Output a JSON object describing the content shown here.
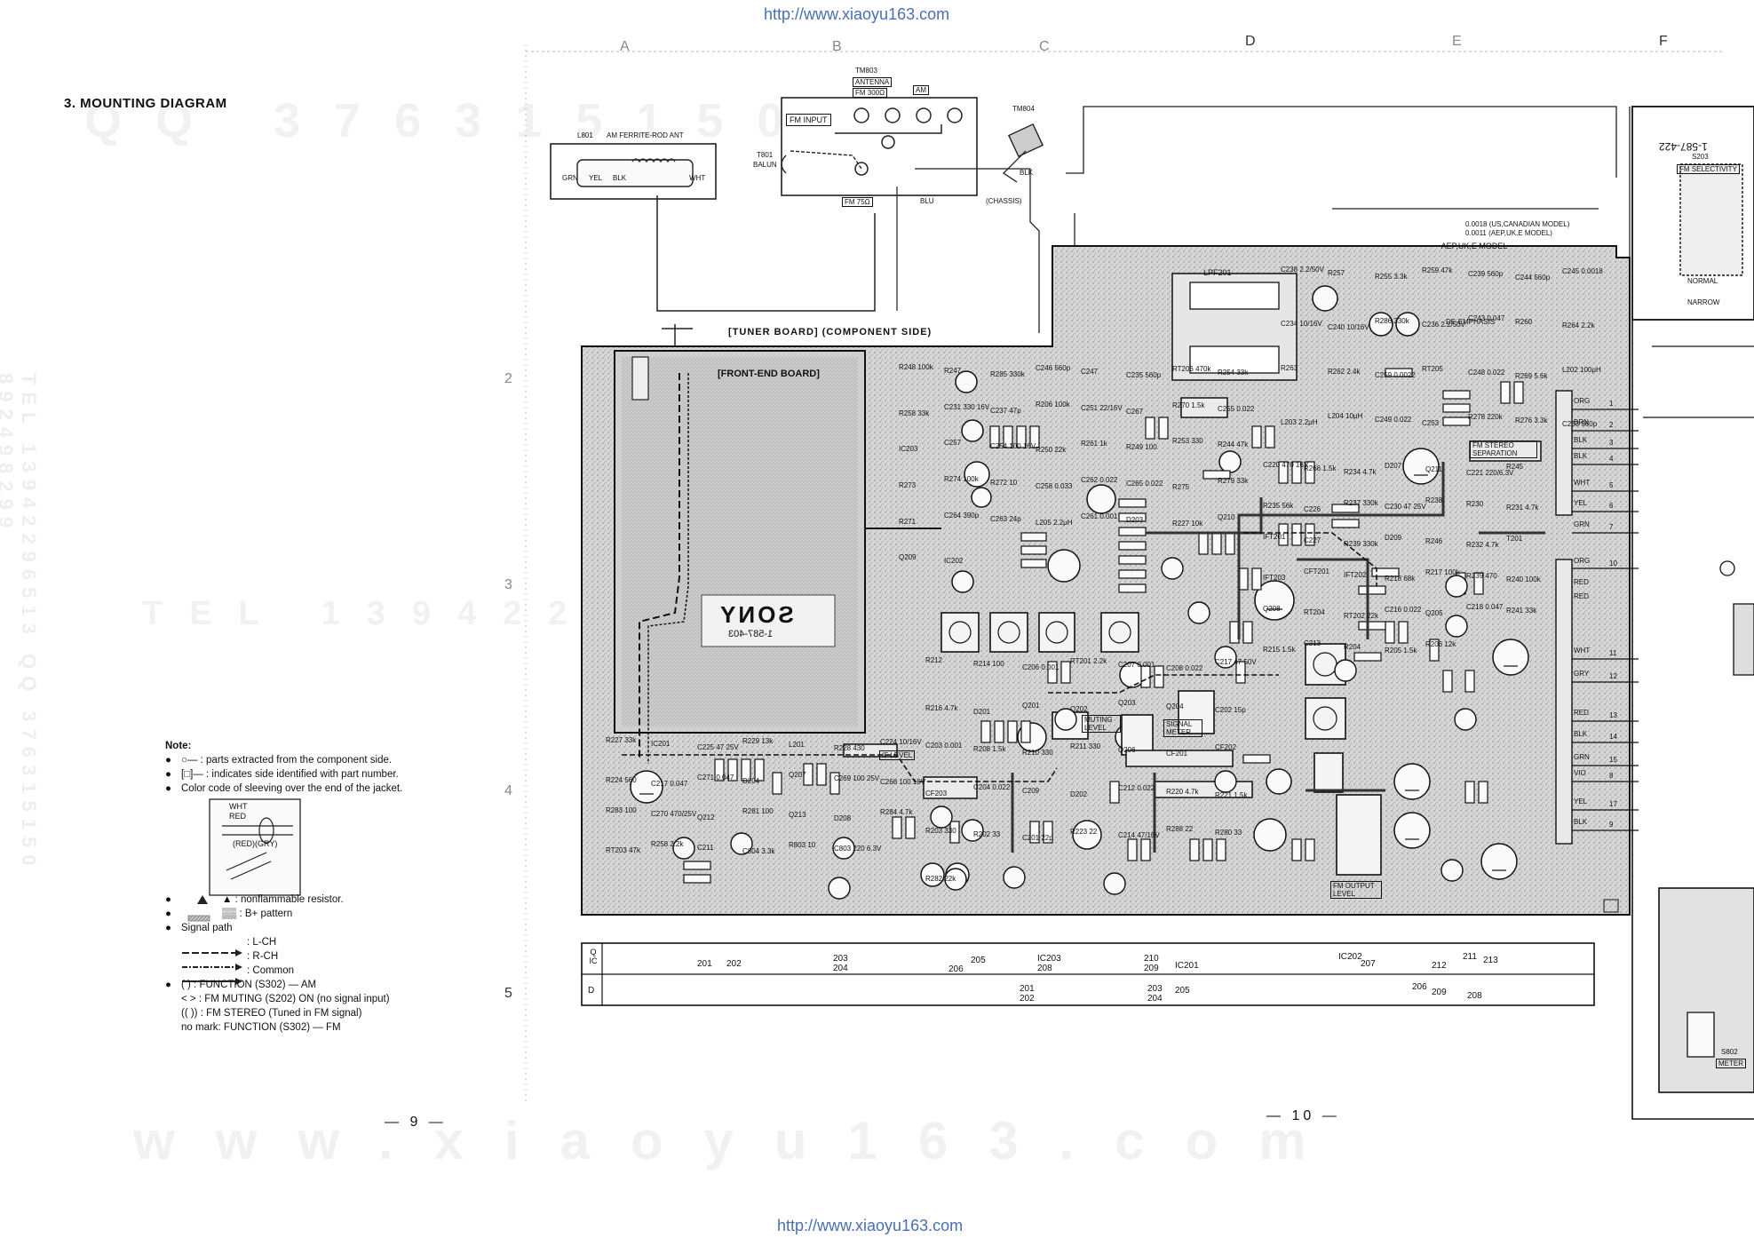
{
  "header_url": "http://www.xiaoyu163.com",
  "footer_url": "http://www.xiaoyu163.com",
  "section_title": "3.  MOUNTING DIAGRAM",
  "watermarks": [
    "QQ 376315150",
    "TEL 13942296513",
    "www.xiaoyu163.com",
    "TEL 13942296513  QQ 376315150  892498299"
  ],
  "grid_letters": [
    "A",
    "B",
    "C",
    "D",
    "E",
    "F"
  ],
  "grid_numbers": [
    "2",
    "3",
    "4",
    "5"
  ],
  "page_left": "— 9 —",
  "page_right": "— 10 —",
  "boards": {
    "tuner": "[TUNER BOARD]  (COMPONENT SIDE)",
    "front_end": "[FRONT-END BOARD]",
    "sony_mark": "SONY",
    "board_no": "1-587-403",
    "board_no_right": "1-587-422"
  },
  "antenna": {
    "tm803": "TM803",
    "antenna": "ANTENNA",
    "fm300": "FM 300Ω",
    "am": "AM",
    "fm_input": "FM INPUT",
    "tm804": "TM804",
    "l801": "L801",
    "ferrite": "AM FERRITE-ROD ANT",
    "t801": "T801",
    "balun": "BALUN",
    "fm75": "FM 75Ω",
    "chassis": "(CHASSIS)",
    "blk": "BLK",
    "blu": "BLU",
    "grn": "GRN",
    "yel": "YEL",
    "wht": "WHT"
  },
  "top_labels": {
    "lpf201": "LPF201",
    "aep": "AEP,UK,E MODEL",
    "us_can": "0.0018 (US,CANADIAN MODEL)",
    "aep_uk": "0.0011 (AEP,UK,E MODEL)",
    "de_emphasis": "DE-EMPHASIS",
    "fm_stereo_sep": "FM STEREO SEPARATION",
    "fm_selectivity": "FM SELECTIVITY",
    "s203": "S203",
    "normal": "NORMAL",
    "narrow": "NARROW",
    "if_level": "IF LEVEL",
    "muting_level": "MUTING LEVEL",
    "signal_meter": "SIGNAL METER",
    "fm_output_level": "FM OUTPUT LEVEL",
    "s802": "S802",
    "meter": "METER"
  },
  "connector_right": [
    {
      "color": "ORG",
      "num": "1"
    },
    {
      "color": "BRN",
      "num": "2"
    },
    {
      "color": "BLK",
      "num": "3"
    },
    {
      "color": "BLK",
      "num": "4"
    },
    {
      "color": "WHT",
      "num": "5"
    },
    {
      "color": "YEL",
      "num": "6"
    },
    {
      "color": "GRN",
      "num": "7"
    },
    {
      "color": "ORG",
      "num": "10"
    },
    {
      "color": "RED",
      "num": ""
    },
    {
      "color": "RED",
      "num": ""
    },
    {
      "color": "WHT",
      "num": "11"
    },
    {
      "color": "GRY",
      "num": "12"
    },
    {
      "color": "RED",
      "num": "13"
    },
    {
      "color": "BLK",
      "num": "14"
    },
    {
      "color": "GRN",
      "num": "15"
    },
    {
      "color": "VIO",
      "num": "8"
    },
    {
      "color": "YEL",
      "num": "17"
    },
    {
      "color": "BLK",
      "num": "9"
    }
  ],
  "component_labels": [
    "C238 2.2/50V",
    "R257",
    "R255 3.3k",
    "R259 47k",
    "C239 560p",
    "C244 560p",
    "C245 0.0018",
    "C234 10/16V",
    "C240 10/16V",
    "R286 330k",
    "C236 2.2/50V",
    "C243 0.047",
    "R260",
    "R264 2.2k",
    "R263",
    "R262 2.4k",
    "C259 0.0022",
    "RT205",
    "C248 0.022",
    "R269 5.6k",
    "L202 100μH",
    "L203 2.2μH",
    "L204 10μH",
    "C249 0.022",
    "C253",
    "R278 220k",
    "R276 3.3k",
    "C233 560p",
    "R248 100k",
    "R247",
    "R285 330k",
    "C246 560p",
    "C247",
    "C235 560p",
    "RT206 470k",
    "R254 33k",
    "R258 33k",
    "C231 330 16V",
    "C237 47p",
    "R206 100k",
    "C251 22/16V",
    "C267",
    "R270 1.5k",
    "C255 0.022",
    "IC203",
    "C257",
    "C254 100 16V",
    "R250 22k",
    "R261 1k",
    "R249 100",
    "R253 330",
    "R244 47k",
    "R273",
    "R274 100k",
    "R272 10",
    "C258 0.033",
    "C262 0.022",
    "C265 0.022",
    "R275",
    "R279 33k",
    "R271",
    "C264 390p",
    "C263 24p",
    "L205 2.2μH",
    "C261 0.001",
    "D203",
    "R227 10k",
    "Q210",
    "Q209",
    "IC202",
    "C220 470 16V",
    "R266 1.5k",
    "R234 4.7k",
    "D207",
    "Q211",
    "C221 220/6.3V",
    "R245",
    "R235 56k",
    "C226",
    "R237 330k",
    "C230 47 25V",
    "R238",
    "R230",
    "R231 4.7k",
    "IFT201",
    "C227",
    "R239 330k",
    "D209",
    "R246",
    "R232 4.7k",
    "T201",
    "IFT203",
    "CFT201",
    "IFT202",
    "R218 68k",
    "R217 100k",
    "R239 470",
    "R240 100k",
    "Q208",
    "RT204",
    "RT202 22k",
    "C216 0.022",
    "Q205",
    "C218 0.047",
    "R241 33k",
    "R215 1.5k",
    "C213",
    "R204",
    "R205 1.5k",
    "R206 12k",
    "R212",
    "R214 100",
    "C206 0.001",
    "RT201 2.2k",
    "C207 0.001",
    "C208 0.022",
    "C217 47 50V",
    "R216 4.7k",
    "D201",
    "Q201",
    "Q202",
    "Q203",
    "Q204",
    "C202 15p",
    "C203 0.001",
    "R208 1.5k",
    "R210 330",
    "R211 330",
    "Q206",
    "CF201",
    "CF202",
    "CF203",
    "C204 0.022",
    "C209",
    "D202",
    "C212 0.022",
    "R220 4.7k",
    "R221 1.5k",
    "R203 330",
    "R202 33",
    "C201 22p",
    "R223 22",
    "C214 47/16V",
    "R288 22",
    "R280 33",
    "R282 22k",
    "R227 33k",
    "IC201",
    "C225 47 25V",
    "R229 13k",
    "L201",
    "R228 430",
    "C224 10/16V",
    "R224 560",
    "C217 0.047",
    "C271 0.047",
    "D204",
    "Q207",
    "C269 100 25V",
    "C268 100 16V",
    "R283 100",
    "C270 470/25V",
    "Q212",
    "R281 100",
    "Q213",
    "D208",
    "R284 4.7k",
    "RT203 47k",
    "R258 2.2k",
    "C211",
    "C804 3.3k",
    "R803 10",
    "C803 220 6.3V"
  ],
  "table_headers": [
    "Q IC",
    "D"
  ],
  "table_row_q": [
    "201",
    "202",
    "203 204",
    "206",
    "205",
    "IC203 208",
    "210 209",
    "IC201",
    "IC202",
    "207",
    "212",
    "211",
    "213"
  ],
  "table_row_d": [
    "201 202",
    "203 204",
    "205",
    "206",
    "209",
    "208"
  ],
  "notes": {
    "title": "Note:",
    "items": [
      "○— : parts extracted from the component side.",
      "[□]— : indicates side identified with part number.",
      "Color code of sleeving over the end of the jacket."
    ],
    "sleeve_labels": [
      "WHT",
      "RED",
      "(RED)(GRY)"
    ],
    "legend": [
      "▲ : nonflammable resistor.",
      "▒▒ : B+ pattern",
      "Signal path"
    ],
    "signal": [
      "L-CH",
      "R-CH",
      "Common"
    ],
    "modes": [
      "(    ) : FUNCTION (S302) — AM",
      "<    > : FM MUTING (S202) ON (no signal input)",
      "((    )) : FM STEREO (Tuned in FM signal)",
      "no mark: FUNCTION (S302) — FM"
    ]
  },
  "colors": {
    "board_fill": "#d9d9d9",
    "board_dark": "#8c8c8c",
    "trace": "#333333",
    "url_blue": "#4a6fb5"
  }
}
